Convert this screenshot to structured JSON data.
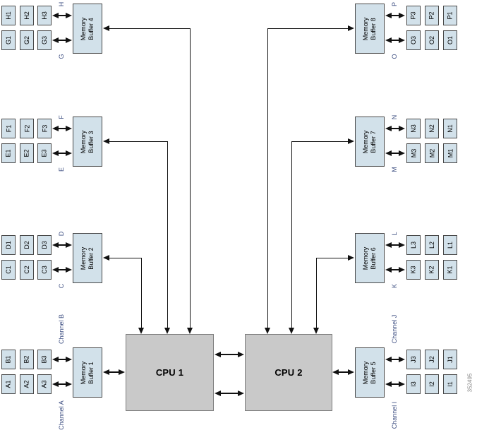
{
  "figure_number": "352495",
  "cpus": [
    {
      "label": "CPU 1"
    },
    {
      "label": "CPU 2"
    }
  ],
  "groups": [
    {
      "side": "left",
      "row": 0,
      "buffer": "Memory Buffer 4",
      "channels": [
        {
          "label": "H",
          "dimms": [
            "H1",
            "H2",
            "H3"
          ]
        },
        {
          "label": "G",
          "dimms": [
            "G1",
            "G2",
            "G3"
          ]
        }
      ]
    },
    {
      "side": "left",
      "row": 1,
      "buffer": "Memory Buffer 3",
      "channels": [
        {
          "label": "F",
          "dimms": [
            "F1",
            "F2",
            "F3"
          ]
        },
        {
          "label": "E",
          "dimms": [
            "E1",
            "E2",
            "E3"
          ]
        }
      ]
    },
    {
      "side": "left",
      "row": 2,
      "buffer": "Memory Buffer 2",
      "channels": [
        {
          "label": "D",
          "dimms": [
            "D1",
            "D2",
            "D3"
          ]
        },
        {
          "label": "C",
          "dimms": [
            "C1",
            "C2",
            "C3"
          ]
        }
      ]
    },
    {
      "side": "left",
      "row": 3,
      "buffer": "Memory Buffer 1",
      "channels": [
        {
          "label": "Channel B",
          "dimms": [
            "B1",
            "B2",
            "B3"
          ]
        },
        {
          "label": "Channel A",
          "dimms": [
            "A1",
            "A2",
            "A3"
          ]
        }
      ]
    },
    {
      "side": "right",
      "row": 0,
      "buffer": "Memory Buffer 8",
      "channels": [
        {
          "label": "P",
          "dimms": [
            "P3",
            "P2",
            "P1"
          ]
        },
        {
          "label": "O",
          "dimms": [
            "O3",
            "O2",
            "O1"
          ]
        }
      ]
    },
    {
      "side": "right",
      "row": 1,
      "buffer": "Memory Buffer 7",
      "channels": [
        {
          "label": "N",
          "dimms": [
            "N3",
            "N2",
            "N1"
          ]
        },
        {
          "label": "M",
          "dimms": [
            "M3",
            "M2",
            "M1"
          ]
        }
      ]
    },
    {
      "side": "right",
      "row": 2,
      "buffer": "Memory Buffer 6",
      "channels": [
        {
          "label": "L",
          "dimms": [
            "L3",
            "L2",
            "L1"
          ]
        },
        {
          "label": "K",
          "dimms": [
            "K3",
            "K2",
            "K1"
          ]
        }
      ]
    },
    {
      "side": "right",
      "row": 3,
      "buffer": "Memory Buffer 5",
      "channels": [
        {
          "label": "Channel J",
          "dimms": [
            "J3",
            "J2",
            "J1"
          ]
        },
        {
          "label": "Channel I",
          "dimms": [
            "I3",
            "I2",
            "I1"
          ]
        }
      ]
    }
  ],
  "colors": {
    "box_fill": "#d2e1ea",
    "box_border": "#474747",
    "cpu_fill": "#c9c9c9",
    "cpu_border": "#7d7d7d",
    "channel_label": "#3e4f82",
    "line": "#111111",
    "figure_number": "#8a8a8a"
  }
}
